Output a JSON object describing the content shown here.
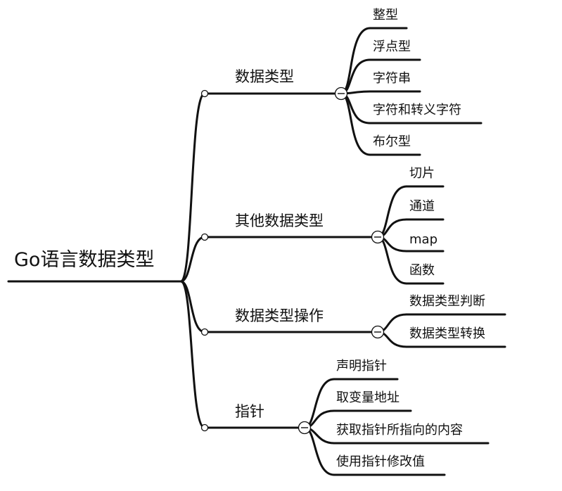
{
  "root": {
    "label": "Go语言数据类型"
  },
  "branches": [
    {
      "label": "数据类型",
      "children": [
        "整型",
        "浮点型",
        "字符串",
        "字符和转义字符",
        "布尔型"
      ]
    },
    {
      "label": "其他数据类型",
      "children": [
        "切片",
        "通道",
        "map",
        "函数"
      ]
    },
    {
      "label": "数据类型操作",
      "children": [
        "数据类型判断",
        "数据类型转换"
      ]
    },
    {
      "label": "指针",
      "children": [
        "声明指针",
        "取变量地址",
        "获取指针所指向的内容",
        "使用指针修改值"
      ]
    }
  ],
  "colors": {
    "line": "#111111",
    "background": "#ffffff"
  }
}
